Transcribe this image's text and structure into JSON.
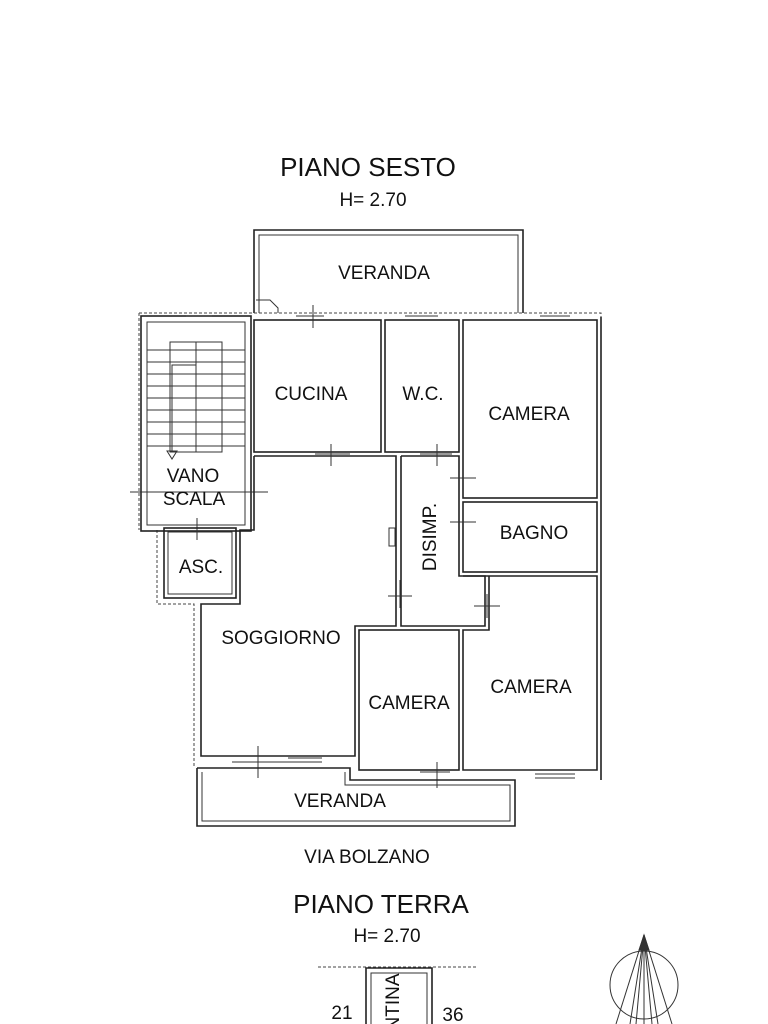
{
  "piano_sesto": {
    "title": "PIANO SESTO",
    "height": "H= 2.70",
    "rooms": {
      "veranda_top": "VERANDA",
      "cucina": "CUCINA",
      "wc": "W.C.",
      "camera_top": "CAMERA",
      "vano": "VANO",
      "scala": "SCALA",
      "bagno": "BAGNO",
      "disimp": "DISIMP.",
      "asc": "ASC.",
      "soggiorno": "SOGGIORNO",
      "camera_mid": "CAMERA",
      "camera_right": "CAMERA",
      "veranda_bottom": "VERANDA"
    },
    "street": "VIA BOLZANO"
  },
  "piano_terra": {
    "title": "PIANO TERRA",
    "height": "H= 2.70",
    "room_partial": "NTINA",
    "num_left": "21",
    "num_right": "36"
  },
  "icons": {
    "north_arrow": "north-arrow-icon"
  }
}
